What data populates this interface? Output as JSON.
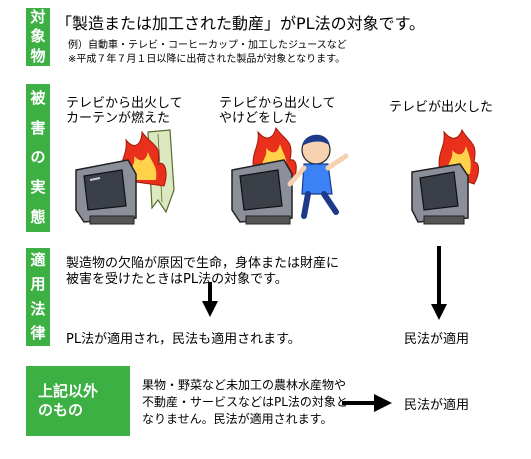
{
  "section_target": {
    "chars": [
      "対",
      "象",
      "物"
    ]
  },
  "headline": "「製造または加工された動産」がPL法の対象です。",
  "note_example": "例）自動車・テレビ・コーヒーカップ・加工したジュースなど",
  "note_date": "※平成７年７月１日以降に出荷された製品が対象となります。",
  "section_damage": {
    "chars": [
      "被",
      "害",
      "の",
      "実",
      "態"
    ]
  },
  "damage_cases": [
    {
      "line1": "テレビから出火して",
      "line2": "カーテンが燃えた"
    },
    {
      "line1": "テレビから出火して",
      "line2": "やけどをした"
    },
    {
      "line1": "テレビが出火した",
      "line2": ""
    }
  ],
  "section_law": {
    "chars": [
      "適",
      "用",
      "法",
      "律"
    ]
  },
  "law_desc_line1": "製造物の欠陥が原因で生命，身体または財産に",
  "law_desc_line2": "被害を受けたときはPL法の対象です。",
  "law_result_pl": "PL法が適用され，民法も適用されます。",
  "law_result_civil": "民法が適用",
  "section_other": {
    "line1": "上記以外",
    "line2": "のもの"
  },
  "other_desc_line1": "果物・野菜など未加工の農林水産物や",
  "other_desc_line2": "不動産・サービスなどはPL法の対象と",
  "other_desc_line3": "なりません。民法が適用されます。",
  "other_result": "民法が適用",
  "colors": {
    "green": "#3cb043",
    "fire": "#e8301c",
    "tv": "#8a8f99"
  }
}
